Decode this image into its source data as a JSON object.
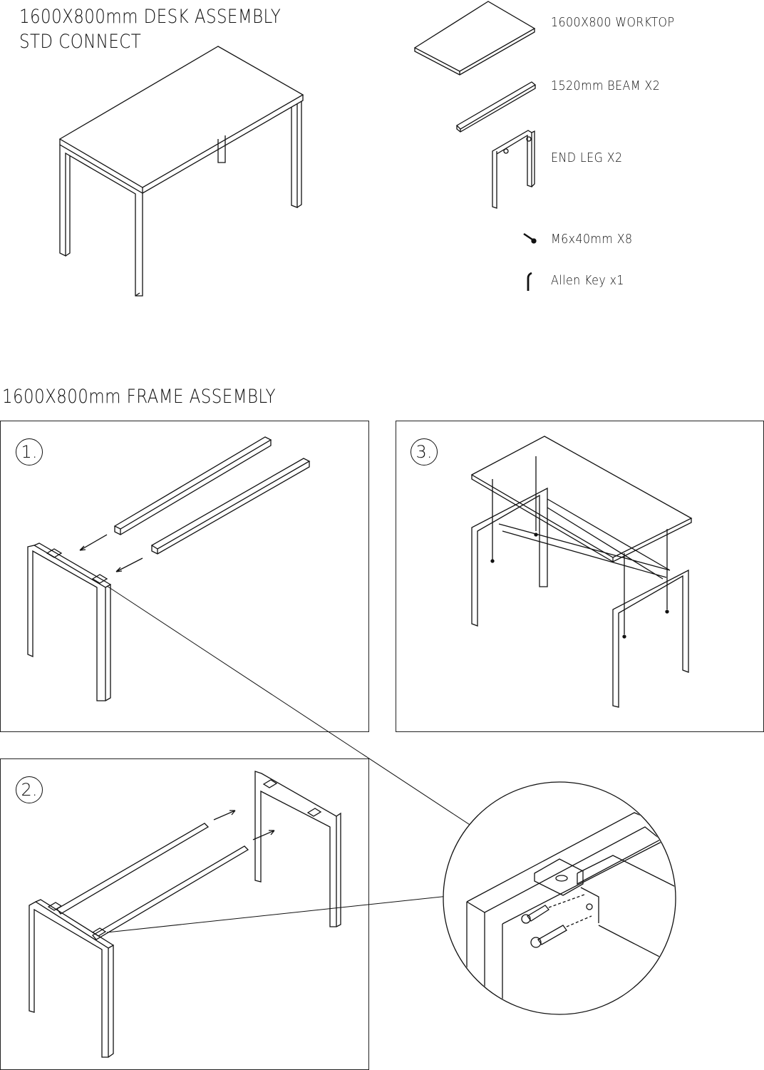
{
  "header": {
    "title_line1": "1600X800mm DESK ASSEMBLY",
    "title_line2": "STD CONNECT"
  },
  "parts": [
    {
      "label": "1600X800 WORKTOP",
      "icon": "worktop-icon"
    },
    {
      "label": "1520mm BEAM X2",
      "icon": "beam-icon"
    },
    {
      "label": "END LEG X2",
      "icon": "end-leg-icon"
    },
    {
      "label": "M6x40mm X8",
      "icon": "bolt-icon"
    },
    {
      "label": "Allen Key x1",
      "icon": "allen-key-icon"
    }
  ],
  "frame_section": {
    "title": "1600X800mm FRAME ASSEMBLY"
  },
  "steps": [
    {
      "number": "1."
    },
    {
      "number": "2."
    },
    {
      "number": "3."
    }
  ]
}
